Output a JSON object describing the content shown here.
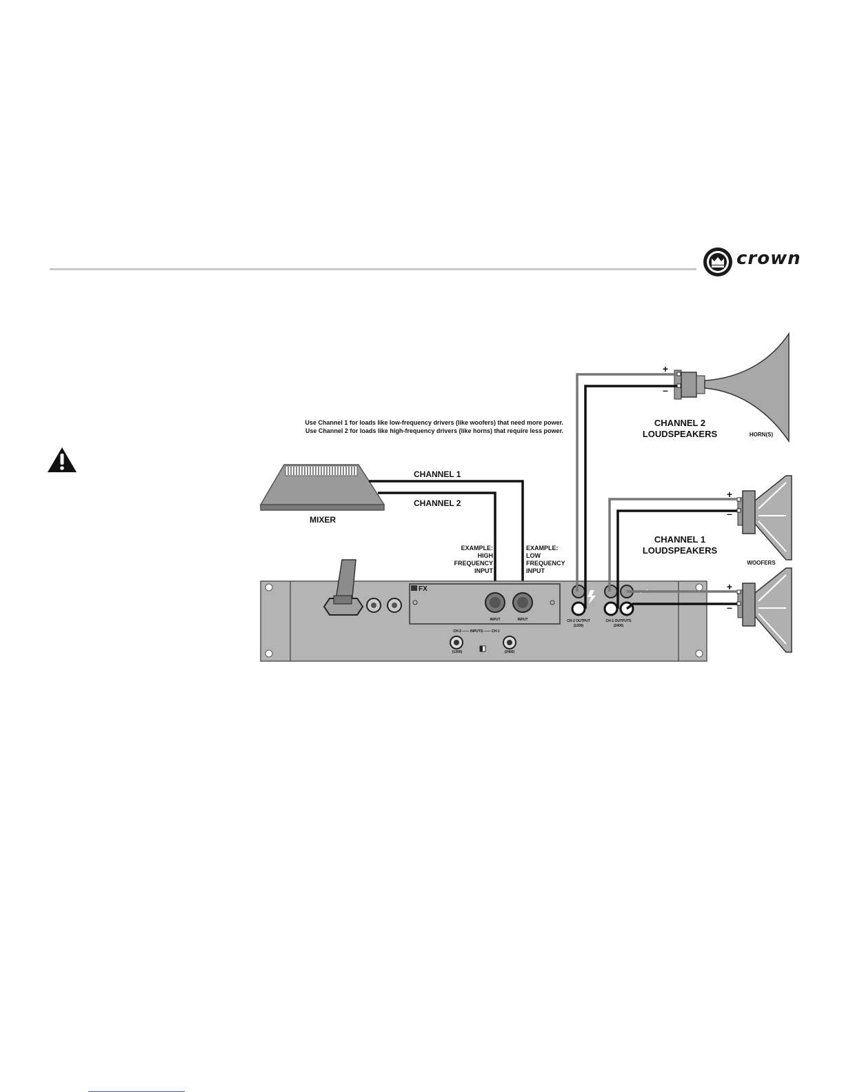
{
  "header": {
    "brand": "crown",
    "logo_icon": "crown-logo-icon"
  },
  "warning": {
    "icon": "warning-triangle-icon"
  },
  "diagram": {
    "note_line1": "Use Channel 1 for loads like low-frequency drivers (like woofers) that need more power.",
    "note_line2": "Use Channel 2 for loads like high-frequency drivers (like horns) that require less power.",
    "mixer_label": "MIXER",
    "channel1_label": "CHANNEL 1",
    "channel2_label": "CHANNEL 2",
    "example_high": [
      "EXAMPLE:",
      "HIGH",
      "FREQUENCY",
      "INPUT"
    ],
    "example_low": [
      "EXAMPLE:",
      "LOW",
      "FREQUENCY",
      "INPUT"
    ],
    "ch2_speakers": [
      "CHANNEL 2",
      "LOUDSPEAKERS"
    ],
    "ch1_speakers": [
      "CHANNEL 1",
      "LOUDSPEAKERS"
    ],
    "horns_label": "HORN(S)",
    "woofers_label": "WOOFERS",
    "plus": "+",
    "minus": "–",
    "amp": {
      "module_label": "FX",
      "input_label": "INPUT",
      "ch2_output": "CH-2 OUTPUT",
      "ch2_output_sub": "(1200)",
      "ch1_outputs": "CH-1 OUTPUTS",
      "ch1_outputs_sub": "(2400)",
      "inputs_label": "CH-2 —— INPUTS —— CH-1",
      "input_sub_left": "(1200)",
      "input_sub_right": "(2400)"
    }
  }
}
